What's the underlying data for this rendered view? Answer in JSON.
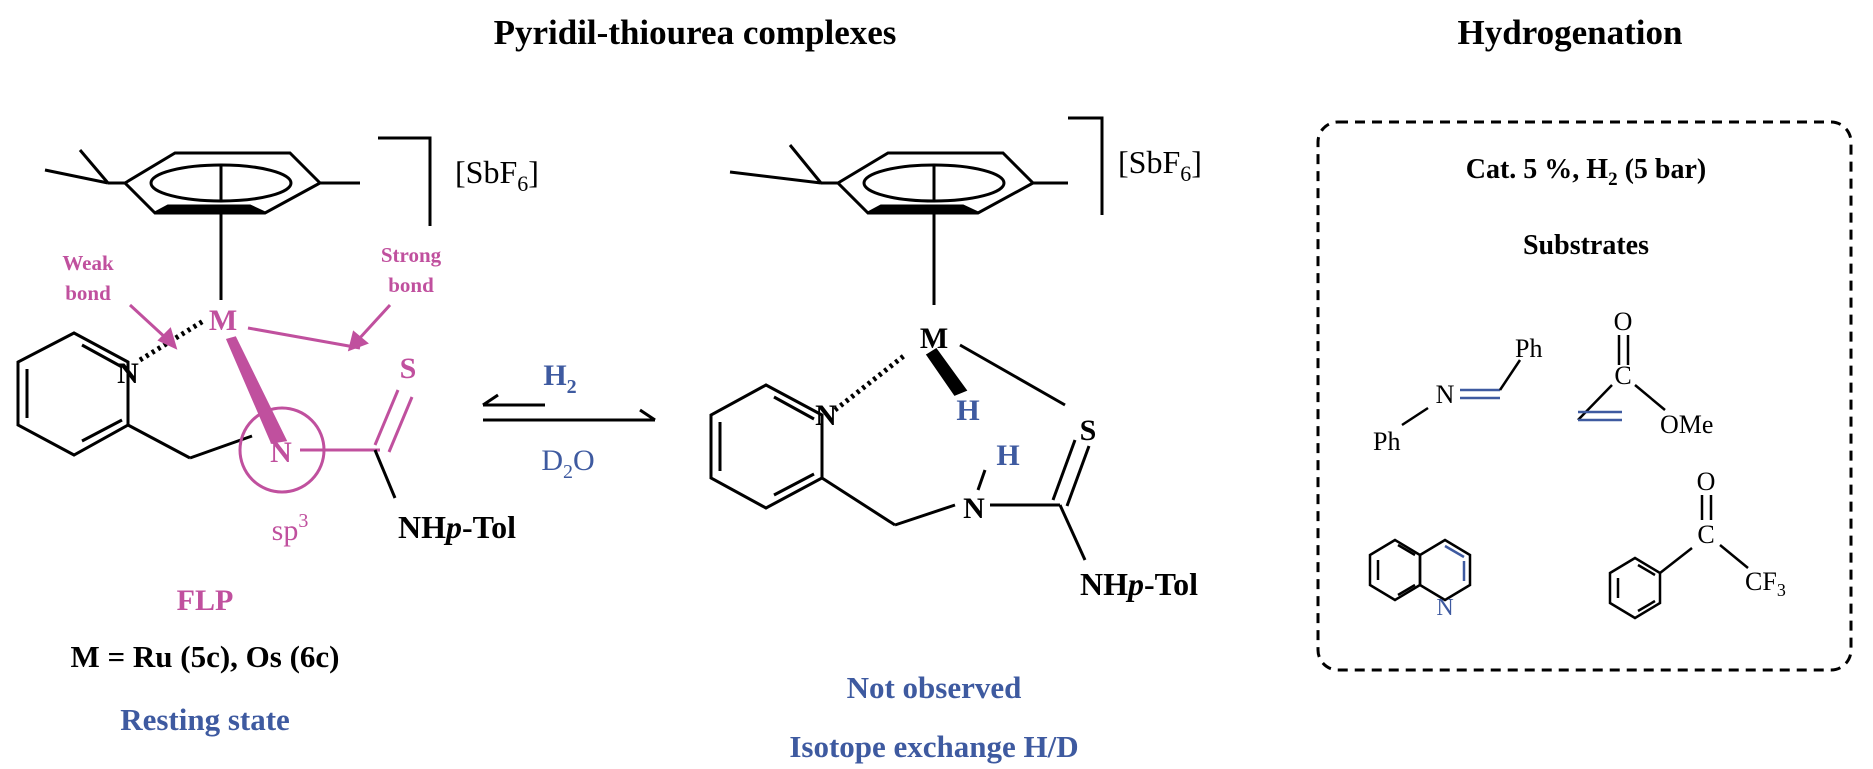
{
  "titles": {
    "left": "Pyridil-thiourea complexes",
    "right": "Hydrogenation"
  },
  "complex1": {
    "counterion": "[SbF",
    "counterion_sub": "6",
    "counterion_close": "]",
    "metal": "M",
    "n_pyridine": "N",
    "n_amine": "N",
    "sulfur": "S",
    "nh_tol_a": "NH",
    "nh_tol_b": "p",
    "nh_tol_c": "-Tol",
    "weak_bond_1": "Weak",
    "weak_bond_2": "bond",
    "strong_bond_1": "Strong",
    "strong_bond_2": "bond",
    "hybrid": "sp",
    "hybrid_sup": "3",
    "flp": "FLP",
    "metals": "M = Ru (5c), Os (6c)",
    "state": "Resting  state"
  },
  "equilibrium": {
    "top_a": "H",
    "top_sub": "2",
    "bottom_a": "D",
    "bottom_sub": "2",
    "bottom_b": "O"
  },
  "complex2": {
    "counterion": "[SbF",
    "counterion_sub": "6",
    "counterion_close": "]",
    "metal": "M",
    "hydride": "H",
    "n_pyridine": "N",
    "n_amine": "N",
    "nh_h": "H",
    "sulfur": "S",
    "nh_tol_a": "NH",
    "nh_tol_b": "p",
    "nh_tol_c": "-Tol",
    "note1": "Not observed",
    "note2": "Isotope exchange H/D"
  },
  "box": {
    "cond_a": "Cat.  5 %, H",
    "cond_sub": "2",
    "cond_b": " (5 bar)",
    "substrates": "Substrates",
    "imine_ph1": "Ph",
    "imine_n": "N",
    "imine_ph2": "Ph",
    "acrylate_o": "O",
    "acrylate_c": "C",
    "acrylate_ome": "OMe",
    "quinoline_n": "N",
    "ketone_o": "O",
    "ketone_c": "C",
    "ketone_cf": "CF",
    "ketone_cf_sub": "3"
  },
  "colors": {
    "black": "#000000",
    "magenta": "#c0509e",
    "blue": "#3e5aa0"
  }
}
